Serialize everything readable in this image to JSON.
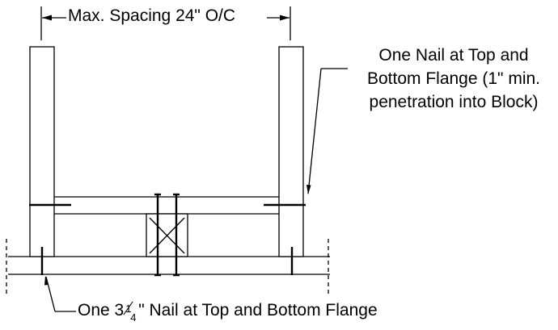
{
  "labels": {
    "spacing": "Max. Spacing 24\" O/C",
    "block_nail": [
      "One Nail at Top and",
      "Bottom Flange (1\" min.",
      "penetration into Block)"
    ],
    "flange_nail_prefix": "One 3",
    "flange_nail_frac_num": "1",
    "flange_nail_frac_den": "4",
    "flange_nail_suffix": "\" Nail at Top and Bottom Flange"
  },
  "colors": {
    "stroke": "#000000",
    "background": "#ffffff"
  }
}
